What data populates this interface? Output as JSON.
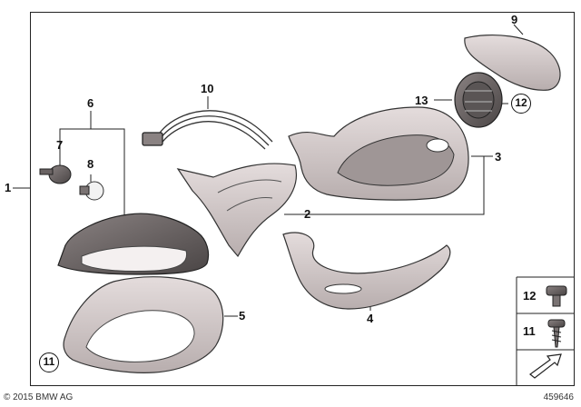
{
  "callouts": {
    "c1": "1",
    "c2": "2",
    "c3": "3",
    "c4": "4",
    "c5": "5",
    "c6": "6",
    "c7": "7",
    "c8": "8",
    "c9": "9",
    "c10": "10",
    "c11": "11",
    "c12": "12",
    "c13": "13"
  },
  "legend": {
    "screw_12": "12",
    "screw_11": "11"
  },
  "footer": {
    "copyright": "© 2015 BMW AG",
    "diagram_number": "459646"
  }
}
